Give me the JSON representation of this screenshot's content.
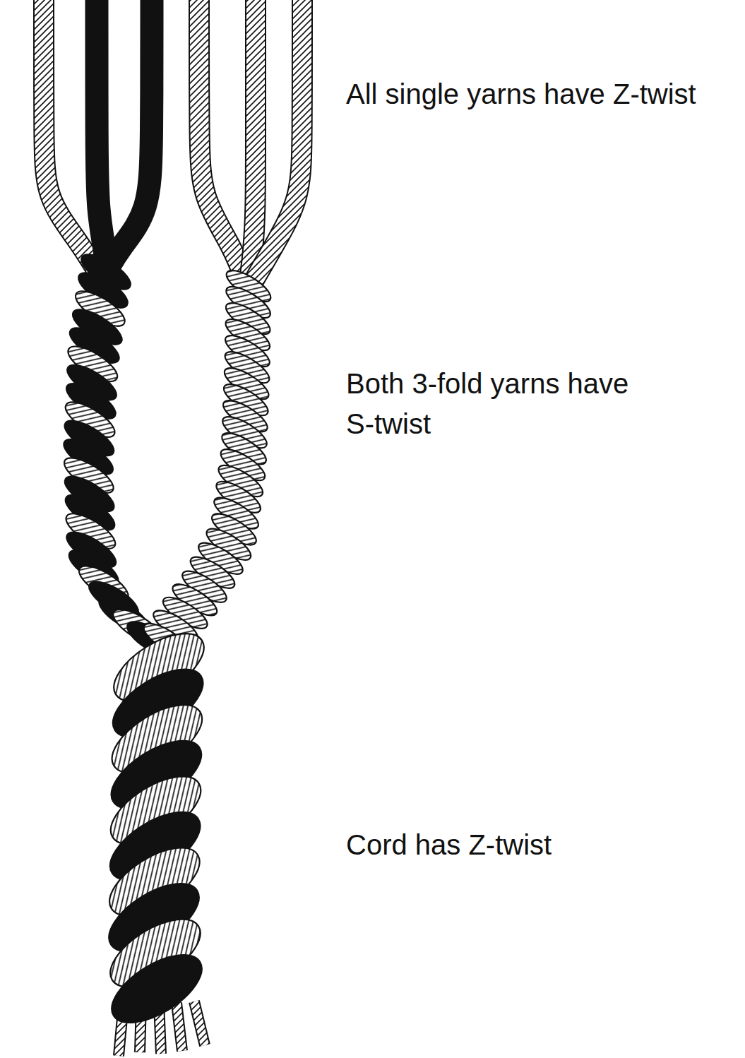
{
  "diagram": {
    "labels": [
      "All single yarns have Z-twist",
      "Both 3-fold yarns have S-twist",
      "Cord has Z-twist"
    ]
  }
}
